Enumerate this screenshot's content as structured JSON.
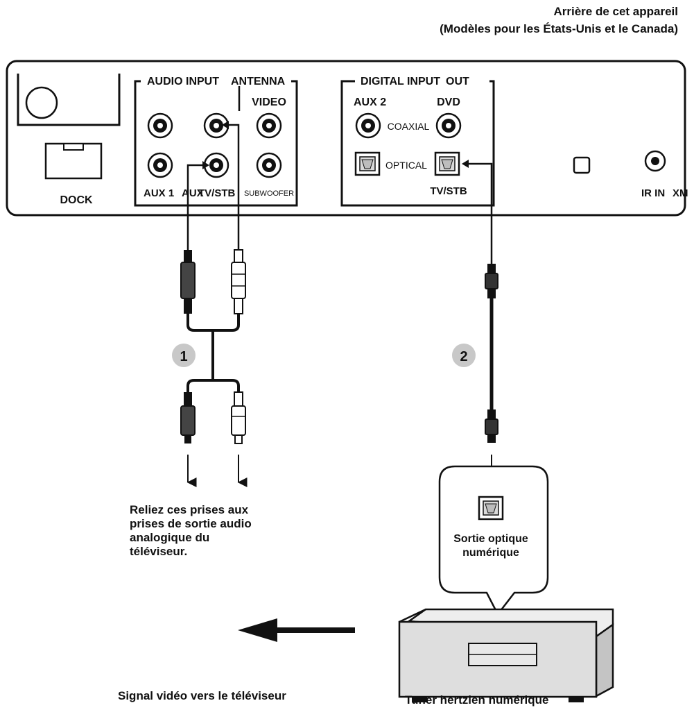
{
  "header": {
    "line1": "Arrière de cet appareil",
    "line2": "(Modèles pour les États-Unis et le Canada)"
  },
  "panel": {
    "dock_label": "DOCK",
    "audio_input_label": "AUDIO INPUT",
    "antenna_label": "ANTENNA",
    "video_label": "VIDEO",
    "aux1_label": "AUX 1",
    "audio_tvstb_overlap": "AUX",
    "audio_tvstb_label": "TV/STB",
    "subwoofer_label": "SUBWOOFER",
    "digital_input_label": "DIGITAL INPUT",
    "digital_out_label": "OUT",
    "aux2_label": "AUX 2",
    "dvd_label": "DVD",
    "coaxial_label": "COAXIAL",
    "optical_label": "OPTICAL",
    "digital_tvstb_label": "TV/STB",
    "ir_in_label": "IR IN",
    "xm_label": "XM"
  },
  "steps": {
    "step1": "1",
    "step2": "2"
  },
  "notes": {
    "analog_line1": "Reliez ces prises aux",
    "analog_line2": "prises de sortie audio",
    "analog_line3": "analogique du",
    "analog_line4": "téléviseur.",
    "optical_out_line1": "Sortie optique",
    "optical_out_line2": "numérique",
    "video_signal": "Signal vidéo vers le téléviseur",
    "tuner": "Tuner hertzien numérique"
  },
  "colors": {
    "ink": "#111111",
    "jack_fill": "#d9d9d9",
    "badge_fill": "#c8c8c8",
    "tuner_fill": "#dedede",
    "white": "#ffffff"
  }
}
